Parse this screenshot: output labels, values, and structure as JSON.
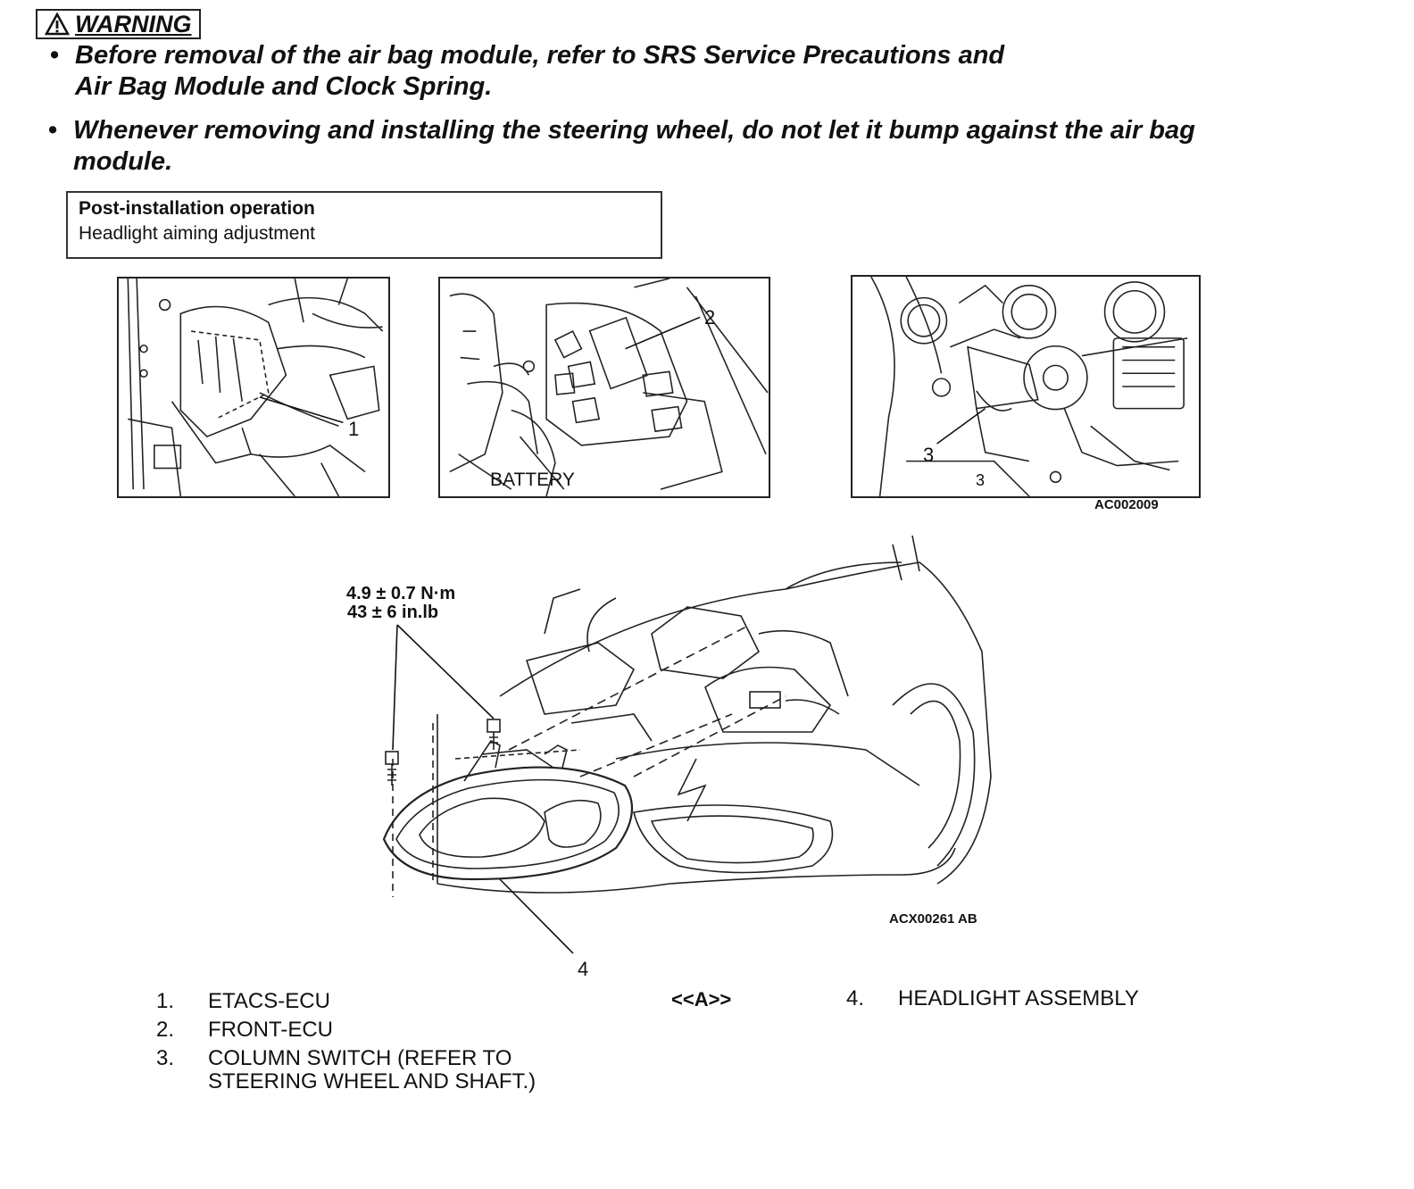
{
  "warning": {
    "label": "WARNING",
    "bullets": [
      {
        "line1_pre": "Before removal of the air bag module, refer to",
        "line1_ref": "SRS Service Precautions",
        "line1_post": "and",
        "line2_ref": "Air Bag Module and Clock Spring",
        "line2_post": "."
      },
      {
        "line1": "Whenever removing and installing the steering wheel, do not let it bump against the air bag",
        "line2": "module."
      }
    ]
  },
  "post_installation": {
    "title": "Post-installation operation",
    "item": "Headlight aiming adjustment"
  },
  "figures": {
    "etacs_callout": "1",
    "front_ecu_callout": "2",
    "battery_label": "BATTERY",
    "column_switch_callout": "3",
    "top_figure_code": "AC002009",
    "torque_nm": "4.9 ± 0.7 N·m",
    "torque_inlb": "43 ± 6 in.lb",
    "headlight_callout": "4",
    "bottom_figure_code": "ACX00261 AB"
  },
  "legend": {
    "items": [
      {
        "num": "1.",
        "text": "ETACS-ECU"
      },
      {
        "num": "2.",
        "text": "FRONT-ECU"
      },
      {
        "num": "3.",
        "text": "COLUMN SWITCH (REFER TO",
        "text2": "STEERING WHEEL AND SHAFT.)"
      }
    ],
    "procedure_mark": "<<A>>",
    "item4_num": "4.",
    "item4_text": "HEADLIGHT ASSEMBLY"
  }
}
